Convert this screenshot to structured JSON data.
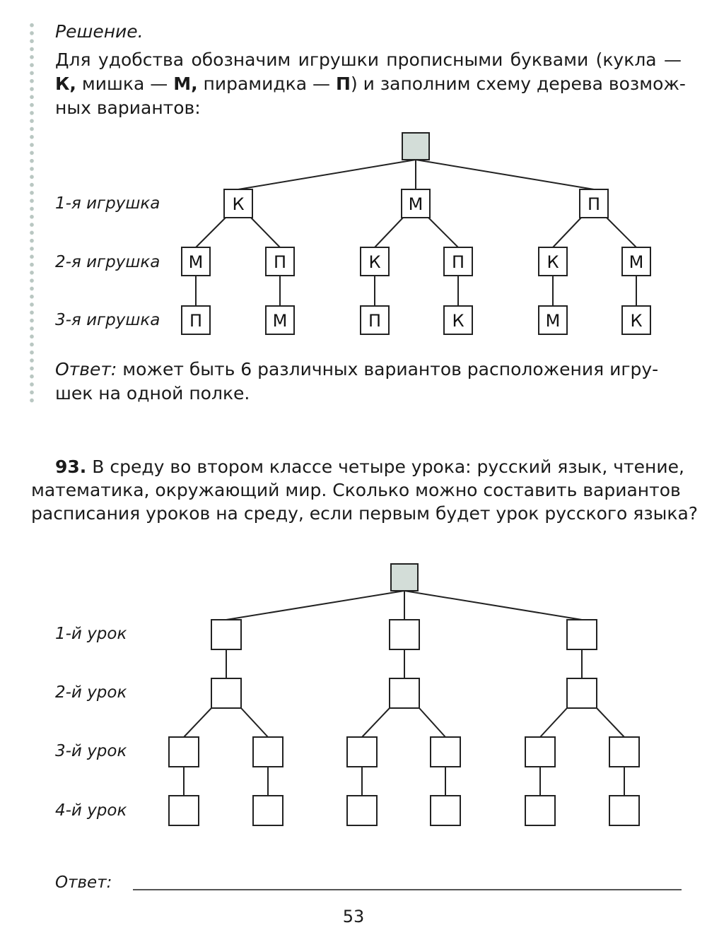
{
  "solution": {
    "heading": "Решение.",
    "intro_line1": "Для удобства обозначим игрушки прописными буквами (кукла —",
    "intro_line2_parts": [
      "К,",
      " мишка — ",
      "М,",
      " пирамидка — ",
      "П",
      ") и заполним схему дерева возмож-"
    ],
    "intro_line3": "ных вариантов:",
    "tree": {
      "level_labels": [
        "1-я игрушка",
        "2-я игрушка",
        "3-я игрушка"
      ],
      "level1": [
        "К",
        "М",
        "П"
      ],
      "level2": [
        "М",
        "П",
        "К",
        "П",
        "К",
        "М"
      ],
      "level3": [
        "П",
        "М",
        "П",
        "К",
        "М",
        "К"
      ]
    },
    "answer_label": "Ответ:",
    "answer_line1": " может быть 6 различных вариантов расположения игру-",
    "answer_line2": "шек на одной полке."
  },
  "task": {
    "number": "93.",
    "line1": " В среду во втором классе четыре урока: русский язык, чтение,",
    "line2": "математика, окружающий мир. Сколько можно составить вариантов",
    "line3": "расписания уроков на среду, если первым будет урок русского языка?",
    "tree": {
      "level_labels": [
        "1-й урок",
        "2-й урок",
        "3-й урок",
        "4-й урок"
      ]
    },
    "answer_label": "Ответ:",
    "answer_value": ""
  },
  "page_number": "53",
  "colors": {
    "root_fill": "#d3ddd8",
    "dots": "#b9c7c2"
  }
}
